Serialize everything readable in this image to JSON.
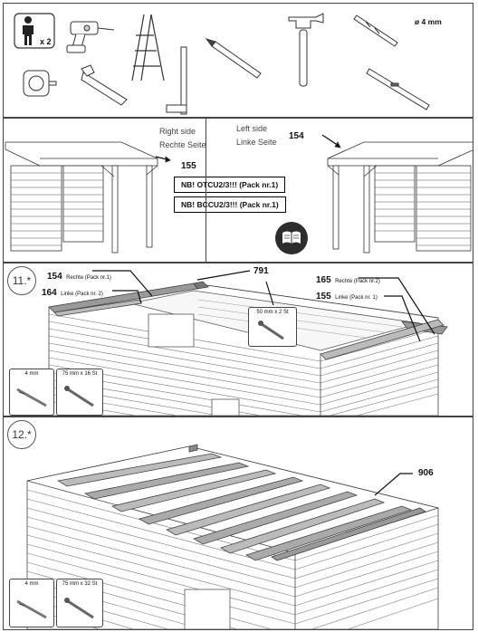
{
  "tools": {
    "person_count": "x 2",
    "drill_size": "ø 4 mm",
    "icons": [
      "person-icon",
      "cordless-drill-icon",
      "step-ladder-icon",
      "pencil-icon",
      "hammer-icon",
      "drill-bit-icon",
      "tape-measure-icon",
      "saw-icon",
      "square-ruler-icon",
      "spirit-level-icon"
    ]
  },
  "shelter": {
    "right_side_en": "Right side",
    "right_side_de": "Rechte Seite",
    "left_side_en": "Left side",
    "left_side_de": "Linke Seite",
    "part_right": "155",
    "part_left": "154",
    "note1": "NB! OTCU2/3!!! (Pack nr.1)",
    "note2": "NB! BCCU2/3!!! (Pack nr.1)",
    "manual_icon": "manual-book-icon"
  },
  "step11": {
    "step": "11.*",
    "p154": "154",
    "p154_sub": "Rechte (Pack nr.1)",
    "p164": "164",
    "p164_sub": "Linke (Pack nr. 2)",
    "p791": "791",
    "p165": "165",
    "p165_sub": "Rechte (Pack nr.2)",
    "p155": "155",
    "p155_sub": "Linke (Pack nr. 1)",
    "screw_box1_label": "50 mm x 2 St",
    "drill_box_label": "4 mm",
    "screw_box2_label": "75 mm x 16 St"
  },
  "step12": {
    "step": "12.*",
    "p906": "906",
    "drill_box_label": "4 mm",
    "screw_box_label": "75 mm x 32 St"
  }
}
